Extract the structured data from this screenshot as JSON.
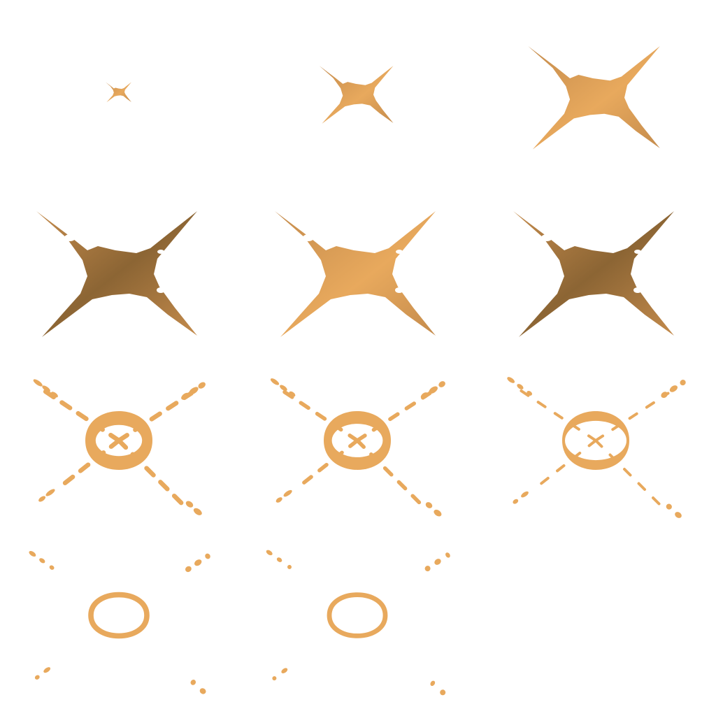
{
  "sprite_sheet": {
    "description_kind": "explosion-flash-sprite-frames",
    "colors": {
      "light": "#E8A95D",
      "mid": "#C48B4C",
      "dark": "#8C6534",
      "background": "#FFFFFF"
    },
    "frames": [
      {
        "id": 1,
        "scale": 0.16,
        "shade": "mid",
        "stage": "star",
        "hole": 0,
        "spread": 0.0
      },
      {
        "id": 2,
        "scale": 0.46,
        "shade": "light",
        "stage": "star",
        "hole": 0,
        "spread": 0.0
      },
      {
        "id": 3,
        "scale": 0.82,
        "shade": "light",
        "stage": "star",
        "hole": 0,
        "spread": 0.1
      },
      {
        "id": 4,
        "scale": 1.0,
        "shade": "dark",
        "stage": "star",
        "hole": 0,
        "spread": 0.2
      },
      {
        "id": 5,
        "scale": 1.0,
        "shade": "light",
        "stage": "star",
        "hole": 0,
        "spread": 0.3
      },
      {
        "id": 6,
        "scale": 1.0,
        "shade": "dark",
        "stage": "star",
        "hole": 0,
        "spread": 0.4
      },
      {
        "id": 7,
        "scale": 1.0,
        "shade": "light",
        "stage": "break",
        "hole": 0.28,
        "spread": 0.55
      },
      {
        "id": 8,
        "scale": 1.0,
        "shade": "light",
        "stage": "break",
        "hole": 0.36,
        "spread": 0.65
      },
      {
        "id": 9,
        "scale": 0.95,
        "shade": "light",
        "stage": "break",
        "hole": 0.55,
        "spread": 0.8
      },
      {
        "id": 10,
        "scale": 0.9,
        "shade": "light",
        "stage": "ring",
        "hole": 0.8,
        "spread": 0.9
      },
      {
        "id": 11,
        "scale": 0.9,
        "shade": "light",
        "stage": "ring",
        "hole": 0.9,
        "spread": 1.0
      }
    ]
  }
}
